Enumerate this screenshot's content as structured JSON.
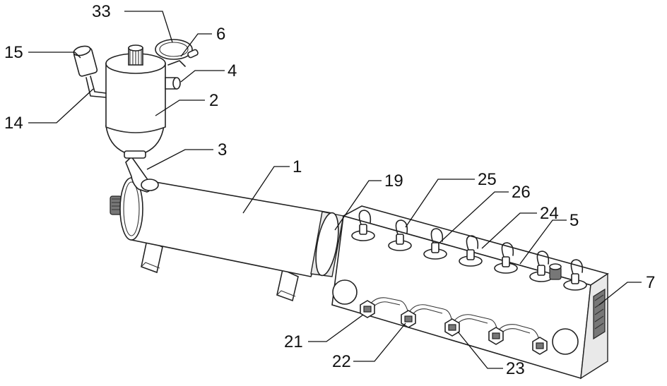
{
  "callouts": [
    {
      "id": "33",
      "text": "33"
    },
    {
      "id": "6",
      "text": "6"
    },
    {
      "id": "15",
      "text": "15"
    },
    {
      "id": "4",
      "text": "4"
    },
    {
      "id": "2",
      "text": "2"
    },
    {
      "id": "14",
      "text": "14"
    },
    {
      "id": "3",
      "text": "3"
    },
    {
      "id": "1",
      "text": "1"
    },
    {
      "id": "19",
      "text": "19"
    },
    {
      "id": "25",
      "text": "25"
    },
    {
      "id": "26",
      "text": "26"
    },
    {
      "id": "24",
      "text": "24"
    },
    {
      "id": "5",
      "text": "5"
    },
    {
      "id": "7",
      "text": "7"
    },
    {
      "id": "21",
      "text": "21"
    },
    {
      "id": "22",
      "text": "22"
    },
    {
      "id": "23",
      "text": "23"
    }
  ]
}
